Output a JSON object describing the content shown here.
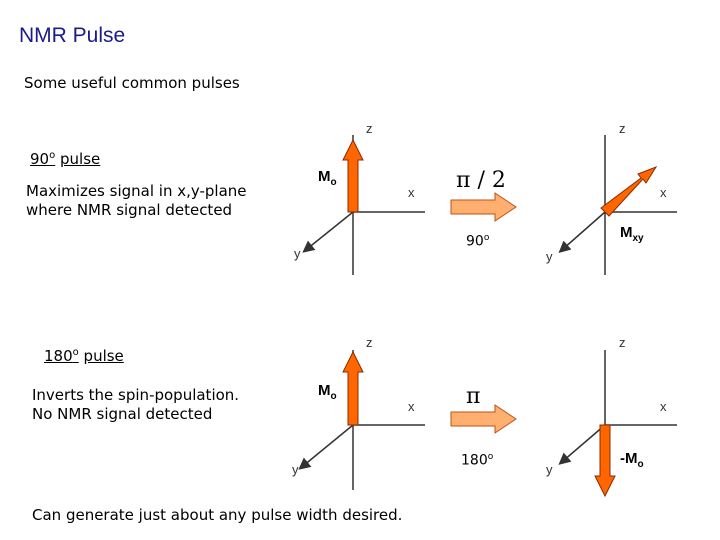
{
  "slide": {
    "title": "NMR Pulse",
    "subtitle": "Some useful common pulses",
    "footer": "Can generate just about any pulse width desired."
  },
  "pulse90": {
    "label": "90",
    "label_sup": "o",
    "label_rest": "pulse",
    "desc_line1": "Maximizes signal in x,y-plane",
    "desc_line2": "where NMR signal detected",
    "before_vector": "M",
    "before_vector_sub": "o",
    "operator": "π / 2",
    "angle": "90",
    "angle_sup": "o",
    "after_vector": "M",
    "after_vector_sub": "xy"
  },
  "pulse180": {
    "label": "180",
    "label_sup": "o",
    "label_rest": "pulse",
    "desc_line1": "Inverts the spin-population.",
    "desc_line2": "No NMR signal detected",
    "before_vector": "M",
    "before_vector_sub": "o",
    "operator": "π",
    "angle": "180",
    "angle_sup": "o",
    "after_vector": "-M",
    "after_vector_sub": "o"
  },
  "axes": {
    "z": "z",
    "x": "x",
    "y": "y"
  },
  "colors": {
    "vector": "#ff6600",
    "vector_outline": "#8a2a00",
    "arrow_fill": "#ffb070",
    "arrow_stroke": "#c05010",
    "title": "#1b1b8a"
  }
}
